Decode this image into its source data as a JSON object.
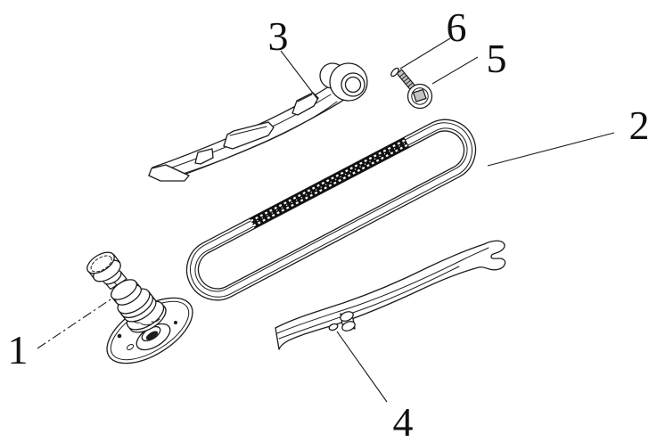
{
  "diagram": {
    "type": "exploded-parts-diagram",
    "background": "#ffffff",
    "colors": {
      "line": "#1c1c1c",
      "fill": "#ffffff",
      "chaindark": "#101010",
      "metalgray": "#c3c3c3",
      "label": "#101010"
    },
    "callouts": [
      {
        "label": "1",
        "part": "camshaft-with-flange"
      },
      {
        "label": "2",
        "part": "cam-chain"
      },
      {
        "label": "3",
        "part": "chain-guide-upper-arm"
      },
      {
        "label": "4",
        "part": "chain-guide-lower-rail"
      },
      {
        "label": "5",
        "part": "flange-socket-bolt"
      },
      {
        "label": "6",
        "part": "washer"
      }
    ]
  }
}
